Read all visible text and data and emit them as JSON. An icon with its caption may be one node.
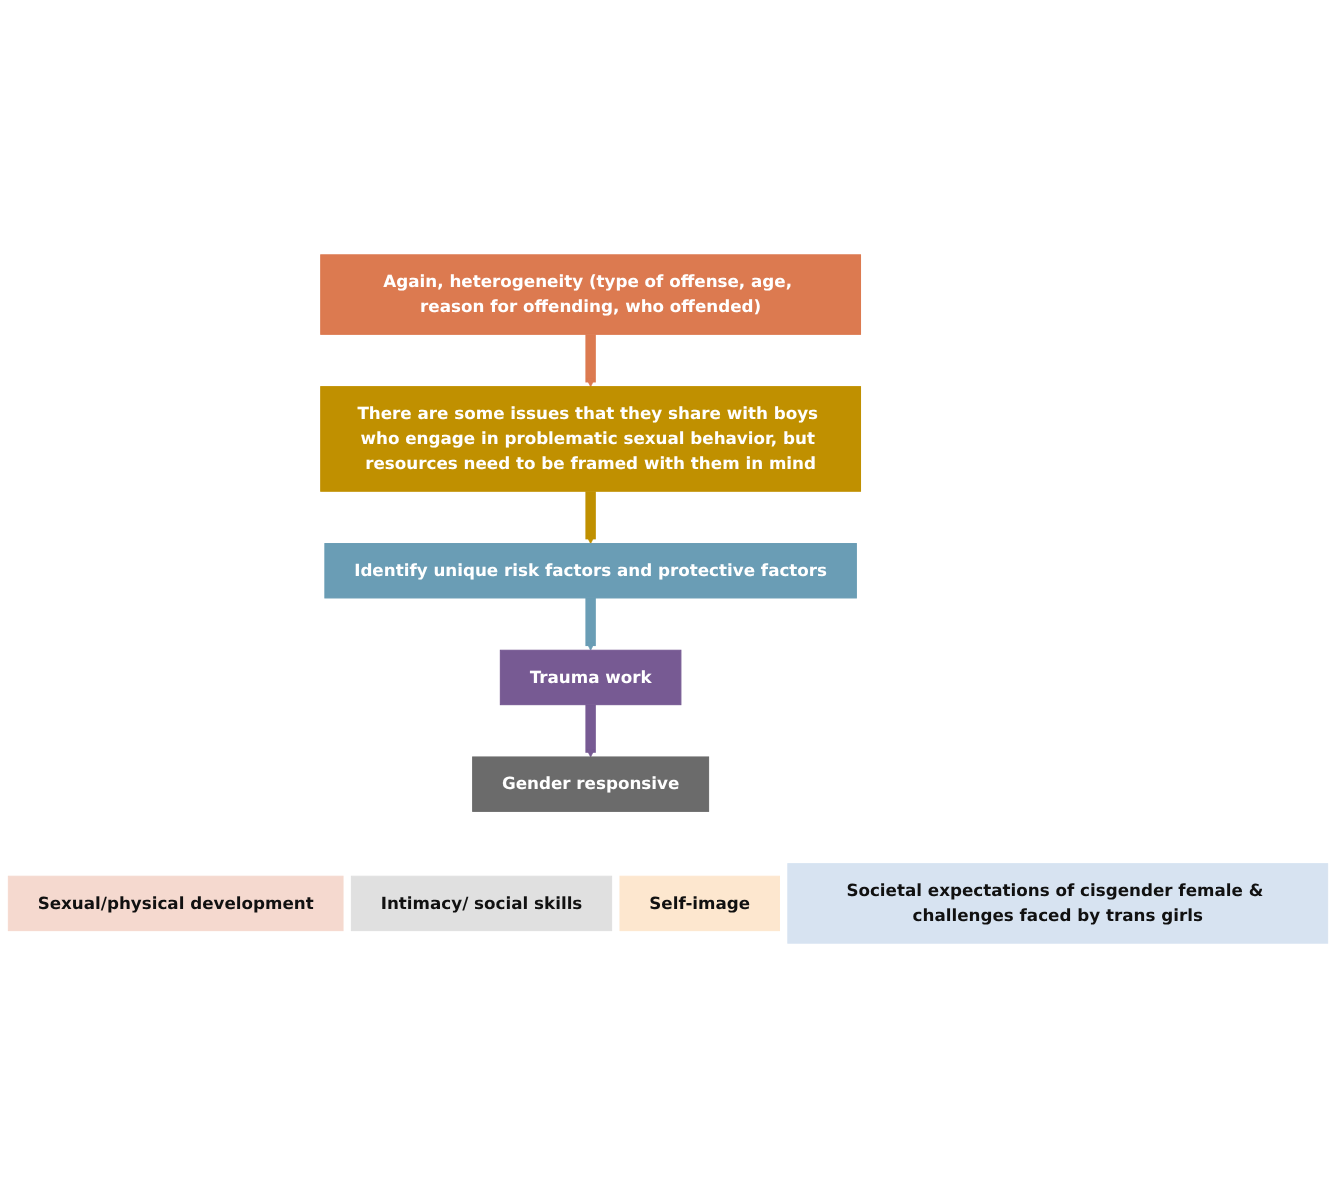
{
  "diagram": {
    "nodes": [
      {
        "text": [
          "Again, heterogeneity (type of offense, age, reason for offending, who offended)"
        ]
      },
      {
        "text": [
          "There are some issues that they share with boys who engage in problematic sexual behavior, but resources need to be framed with them in mind"
        ]
      },
      {
        "text": [
          "Identify unique risk factors and protective factors"
        ]
      },
      {
        "text": [
          "Trauma work"
        ]
      },
      {
        "text": [
          "Gender responsive"
        ]
      },
      {
        "text": [
          "Sexual/physical development"
        ]
      },
      {
        "text": [
          "Intimacy/ social skills"
        ]
      },
      {
        "text": [
          "Self-image"
        ]
      },
      {
        "text": [
          "Societal expectations of cisgender female & challenges faced by trans girls"
        ]
      }
    ],
    "edges": [
      {
        "from": 0,
        "to": 1,
        "arrow": "to",
        "color": "#dc7a50"
      },
      {
        "from": 1,
        "to": 2,
        "arrow": "to",
        "color": "#c09000"
      },
      {
        "from": 2,
        "to": 3,
        "arrow": "to",
        "color": "#6a9db5"
      },
      {
        "from": 3,
        "to": 4,
        "arrow": "to",
        "color": "#775a93"
      }
    ]
  }
}
